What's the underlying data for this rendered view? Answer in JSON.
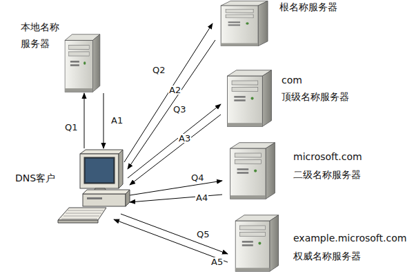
{
  "diagram": {
    "nodes": [
      {
        "text": [
          "根名称服务器"
        ]
      },
      {
        "text": [
          "本地名称服务器"
        ]
      },
      {
        "text": [
          "com",
          "顶级名称服务器"
        ]
      },
      {
        "text": [
          "microsoft.com",
          "二级名称服务器"
        ]
      },
      {
        "text": [
          "example.microsoft.com",
          "权威名称服务器"
        ]
      },
      {
        "text": [
          "DNS客户"
        ]
      }
    ],
    "edges": [
      {
        "from": 5,
        "to": 1,
        "label": "Q1",
        "arrow": "to"
      },
      {
        "from": 1,
        "to": 5,
        "label": "A1",
        "arrow": "to"
      },
      {
        "from": 5,
        "to": 0,
        "label": "Q2",
        "arrow": "to"
      },
      {
        "from": 0,
        "to": 5,
        "label": "A2",
        "arrow": "to"
      },
      {
        "from": 5,
        "to": 2,
        "label": "Q3",
        "arrow": "to"
      },
      {
        "from": 2,
        "to": 5,
        "label": "A3",
        "arrow": "to"
      },
      {
        "from": 5,
        "to": 3,
        "label": "Q4",
        "arrow": "to"
      },
      {
        "from": 3,
        "to": 5,
        "label": "A4",
        "arrow": "to"
      },
      {
        "from": 5,
        "to": 4,
        "label": "Q5",
        "arrow": "to"
      },
      {
        "from": 4,
        "to": 5,
        "label": "A5",
        "arrow": "to"
      }
    ]
  }
}
